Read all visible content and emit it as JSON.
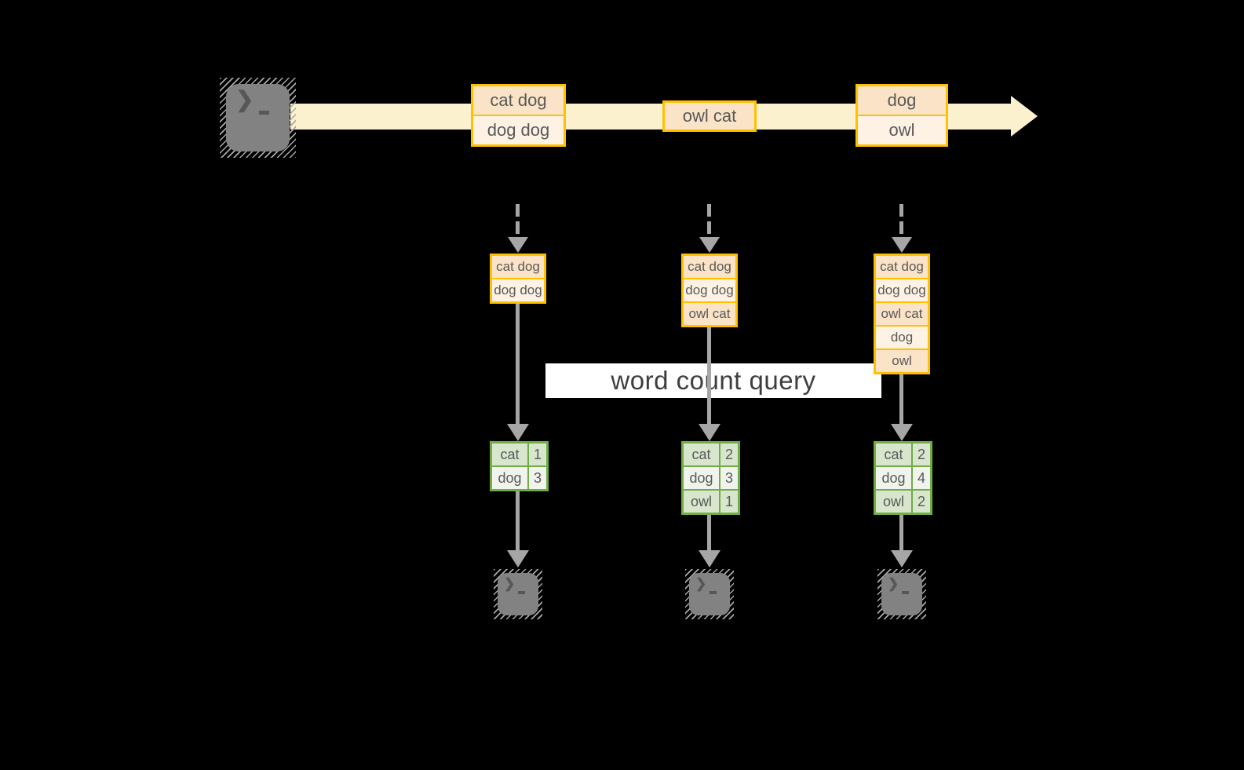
{
  "diagram": {
    "query_label": "word count query",
    "terminal_prompt_glyph": "❯",
    "stream_events": [
      {
        "lines": [
          "cat dog",
          "dog dog"
        ]
      },
      {
        "lines": [
          "owl cat"
        ]
      },
      {
        "lines": [
          "dog",
          "owl"
        ]
      }
    ],
    "batches": [
      {
        "buffer": [
          "cat dog",
          "dog dog"
        ],
        "counts": [
          {
            "word": "cat",
            "count": "1"
          },
          {
            "word": "dog",
            "count": "3"
          }
        ]
      },
      {
        "buffer": [
          "cat dog",
          "dog dog",
          "owl cat"
        ],
        "counts": [
          {
            "word": "cat",
            "count": "2"
          },
          {
            "word": "dog",
            "count": "3"
          },
          {
            "word": "owl",
            "count": "1"
          }
        ]
      },
      {
        "buffer": [
          "cat dog",
          "dog dog",
          "owl cat",
          "dog",
          "owl"
        ],
        "counts": [
          {
            "word": "cat",
            "count": "2"
          },
          {
            "word": "dog",
            "count": "4"
          },
          {
            "word": "owl",
            "count": "2"
          }
        ]
      }
    ]
  },
  "colors": {
    "background": "#000000",
    "stream_band": "#FBF1CE",
    "event_border": "#FFC000",
    "event_fill_dark": "#FAE3C6",
    "event_fill_light": "#FDF2E4",
    "table_border": "#70AD47",
    "table_fill_dark": "#D7E6CC",
    "table_fill_light": "#F0F4EC",
    "arrow_gray": "#A6A6A6",
    "cell_text": "#595959",
    "query_text": "#3E3E3E"
  }
}
